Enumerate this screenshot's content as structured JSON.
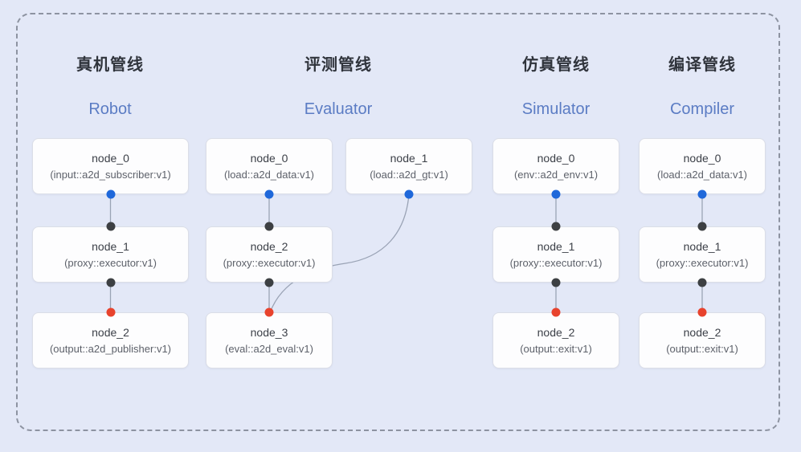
{
  "pipelines": [
    {
      "zh": "真机管线",
      "en": "Robot",
      "nodes": [
        {
          "title": "node_0",
          "subtitle": "(input::a2d_subscriber:v1)"
        },
        {
          "title": "node_1",
          "subtitle": "(proxy::executor:v1)"
        },
        {
          "title": "node_2",
          "subtitle": "(output::a2d_publisher:v1)"
        }
      ]
    },
    {
      "zh": "评测管线",
      "en": "Evaluator",
      "nodes": [
        {
          "title": "node_0",
          "subtitle": "(load::a2d_data:v1)"
        },
        {
          "title": "node_1",
          "subtitle": "(load::a2d_gt:v1)"
        },
        {
          "title": "node_2",
          "subtitle": "(proxy::executor:v1)"
        },
        {
          "title": "node_3",
          "subtitle": "(eval::a2d_eval:v1)"
        }
      ]
    },
    {
      "zh": "仿真管线",
      "en": "Simulator",
      "nodes": [
        {
          "title": "node_0",
          "subtitle": "(env::a2d_env:v1)"
        },
        {
          "title": "node_1",
          "subtitle": "(proxy::executor:v1)"
        },
        {
          "title": "node_2",
          "subtitle": "(output::exit:v1)"
        }
      ]
    },
    {
      "zh": "编译管线",
      "en": "Compiler",
      "nodes": [
        {
          "title": "node_0",
          "subtitle": "(load::a2d_data:v1)"
        },
        {
          "title": "node_1",
          "subtitle": "(proxy::executor:v1)"
        },
        {
          "title": "node_2",
          "subtitle": "(output::exit:v1)"
        }
      ]
    }
  ],
  "colors": {
    "background": "#e3e8f7",
    "frame_dash": "#8d93a1",
    "node_fill": "#fdfdfe",
    "node_border": "#dbdee7",
    "edge": "#9aa3b5",
    "output_port": "#1f68da",
    "proxy_port": "#3d4043",
    "input_port": "#e8432d",
    "header_en": "#5b7cc4",
    "header_zh": "#30343c"
  }
}
